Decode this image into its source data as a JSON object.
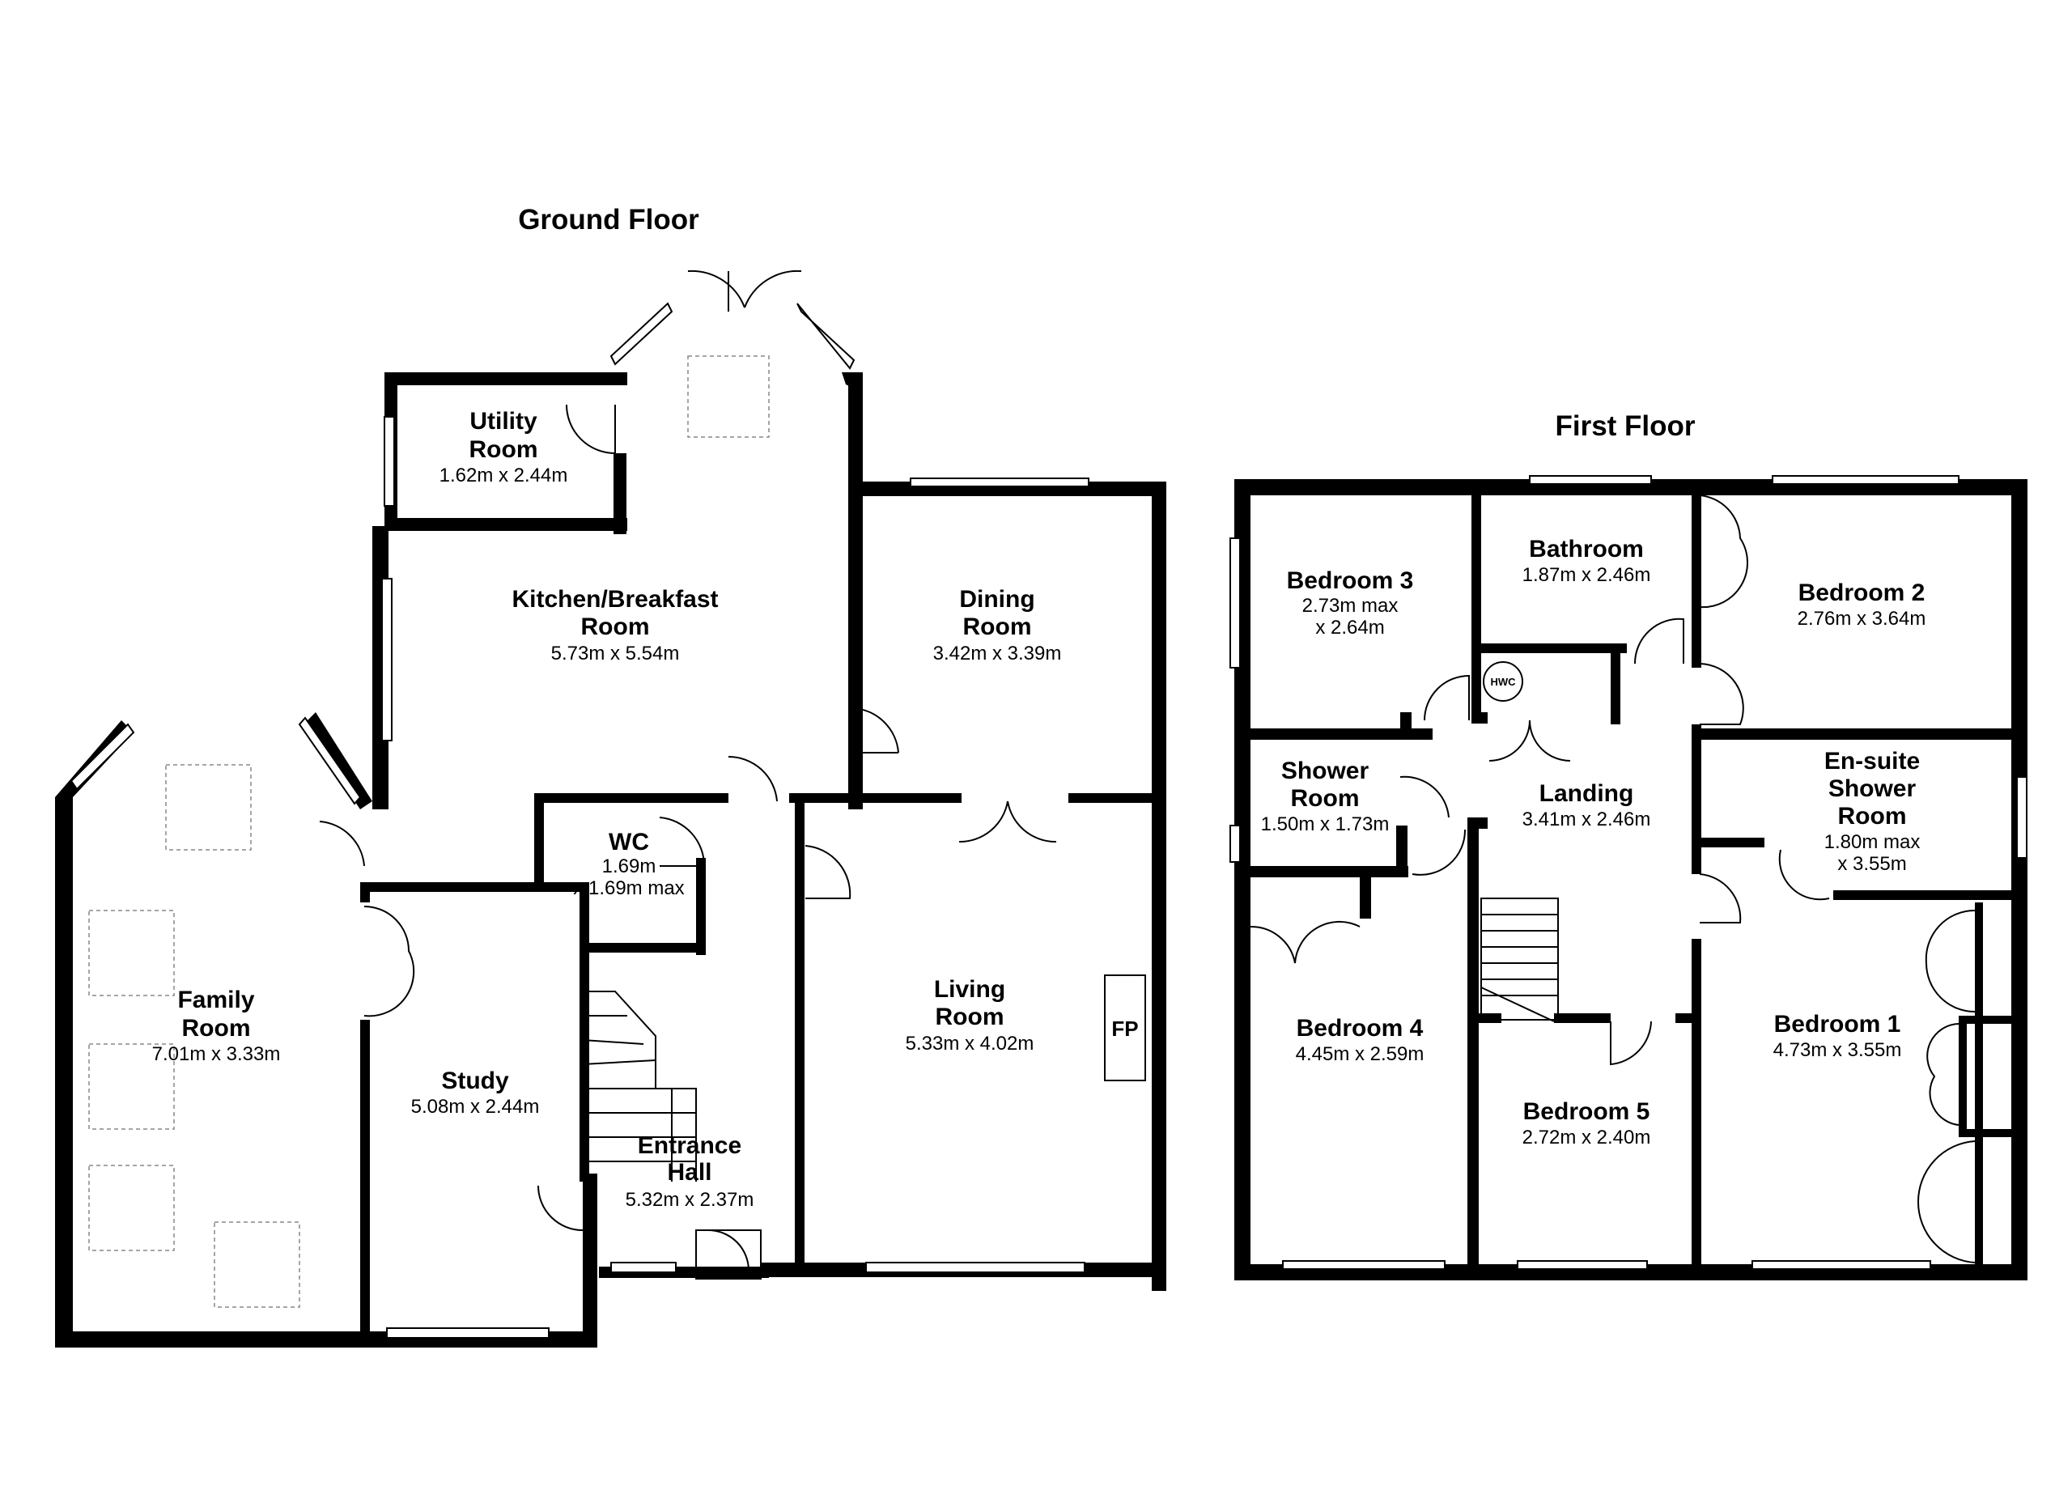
{
  "floors": {
    "ground_title": "Ground Floor",
    "first_title": "First Floor"
  },
  "ground_rooms": {
    "utility": {
      "name1": "Utility",
      "name2": "Room",
      "dim": "1.62m x 2.44m"
    },
    "kitchen": {
      "name1": "Kitchen/Breakfast",
      "name2": "Room",
      "dim": "5.73m x 5.54m"
    },
    "dining": {
      "name1": "Dining",
      "name2": "Room",
      "dim": "3.42m x 3.39m"
    },
    "wc": {
      "name1": "WC",
      "dim1": "1.69m",
      "dim2": "x 1.69m max"
    },
    "family": {
      "name1": "Family",
      "name2": "Room",
      "dim": "7.01m x 3.33m"
    },
    "study": {
      "name1": "Study",
      "dim": "5.08m x 2.44m"
    },
    "living": {
      "name1": "Living",
      "name2": "Room",
      "dim": "5.33m x 4.02m"
    },
    "fireplace": {
      "label": "FP"
    },
    "hall": {
      "name1": "Entrance",
      "name2": "Hall",
      "dim": "5.32m x 2.37m"
    }
  },
  "first_rooms": {
    "bedroom3": {
      "name1": "Bedroom 3",
      "dim1": "2.73m max",
      "dim2": "x 2.64m"
    },
    "bathroom": {
      "name1": "Bathroom",
      "dim": "1.87m x 2.46m"
    },
    "bedroom2": {
      "name1": "Bedroom 2",
      "dim": "2.76m x 3.64m"
    },
    "hwc": {
      "label": "HWC"
    },
    "shower": {
      "name1": "Shower",
      "name2": "Room",
      "dim": "1.50m x 1.73m"
    },
    "landing": {
      "name1": "Landing",
      "dim": "3.41m x 2.46m"
    },
    "ensuite": {
      "name1": "En-suite",
      "name2": "Shower",
      "name3": "Room",
      "dim1": "1.80m max",
      "dim2": "x 3.55m"
    },
    "bedroom4": {
      "name1": "Bedroom 4",
      "dim": "4.45m x 2.59m"
    },
    "bedroom1": {
      "name1": "Bedroom 1",
      "dim": "4.73m x 3.55m"
    },
    "bedroom5": {
      "name1": "Bedroom 5",
      "dim": "2.72m x 2.40m"
    }
  }
}
